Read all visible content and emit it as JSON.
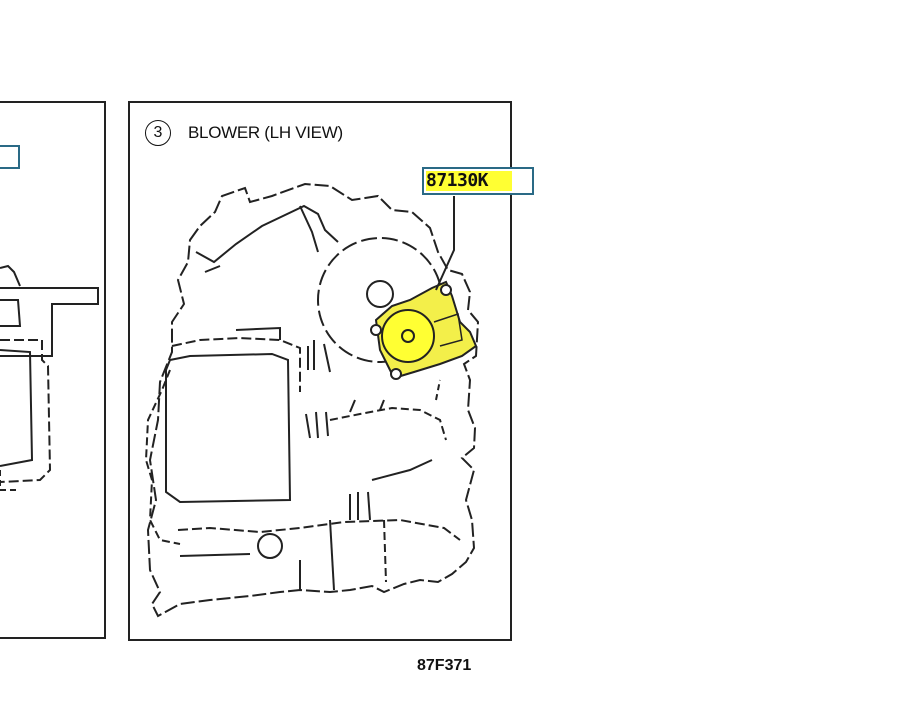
{
  "callout": {
    "step_number": "3",
    "title": "BLOWER (LH VIEW)",
    "part_number": "87130K"
  },
  "figure_code": "87F371",
  "colors": {
    "highlight": "#ffff33",
    "callout_border": "#2a6a86",
    "line": "#222222"
  }
}
